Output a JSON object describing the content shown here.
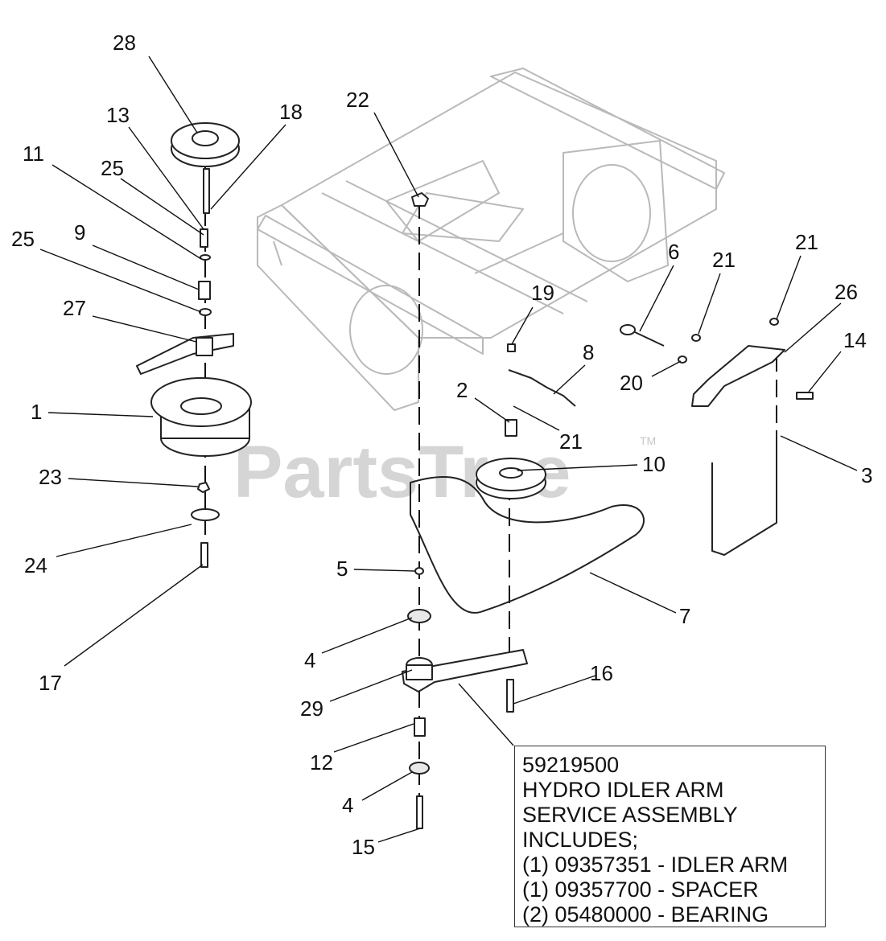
{
  "watermark": {
    "brand": "PartsTree",
    "trademark": "TM"
  },
  "callouts": [
    {
      "id": "c28",
      "label": "28"
    },
    {
      "id": "c13",
      "label": "13"
    },
    {
      "id": "c18",
      "label": "18"
    },
    {
      "id": "c11",
      "label": "11"
    },
    {
      "id": "c25a",
      "label": "25"
    },
    {
      "id": "c9",
      "label": "9"
    },
    {
      "id": "c25b",
      "label": "25"
    },
    {
      "id": "c27",
      "label": "27"
    },
    {
      "id": "c1",
      "label": "1"
    },
    {
      "id": "c23",
      "label": "23"
    },
    {
      "id": "c24",
      "label": "24"
    },
    {
      "id": "c17",
      "label": "17"
    },
    {
      "id": "c22",
      "label": "22"
    },
    {
      "id": "c6",
      "label": "6"
    },
    {
      "id": "c21a",
      "label": "21"
    },
    {
      "id": "c21b",
      "label": "21"
    },
    {
      "id": "c26",
      "label": "26"
    },
    {
      "id": "c14",
      "label": "14"
    },
    {
      "id": "c19",
      "label": "19"
    },
    {
      "id": "c8",
      "label": "8"
    },
    {
      "id": "c20",
      "label": "20"
    },
    {
      "id": "c2",
      "label": "2"
    },
    {
      "id": "c21c",
      "label": "21"
    },
    {
      "id": "c10",
      "label": "10"
    },
    {
      "id": "c3",
      "label": "3"
    },
    {
      "id": "c5",
      "label": "5"
    },
    {
      "id": "c7",
      "label": "7"
    },
    {
      "id": "c4a",
      "label": "4"
    },
    {
      "id": "c16",
      "label": "16"
    },
    {
      "id": "c29",
      "label": "29"
    },
    {
      "id": "c12",
      "label": "12"
    },
    {
      "id": "c4b",
      "label": "4"
    },
    {
      "id": "c15",
      "label": "15"
    }
  ],
  "assembly_note": {
    "lines": [
      "59219500",
      "HYDRO IDLER ARM",
      "SERVICE ASSEMBLY",
      "INCLUDES;",
      "(1) 09357351 - IDLER ARM",
      "(1) 09357700 - SPACER",
      "(2) 05480000 - BEARING"
    ]
  }
}
